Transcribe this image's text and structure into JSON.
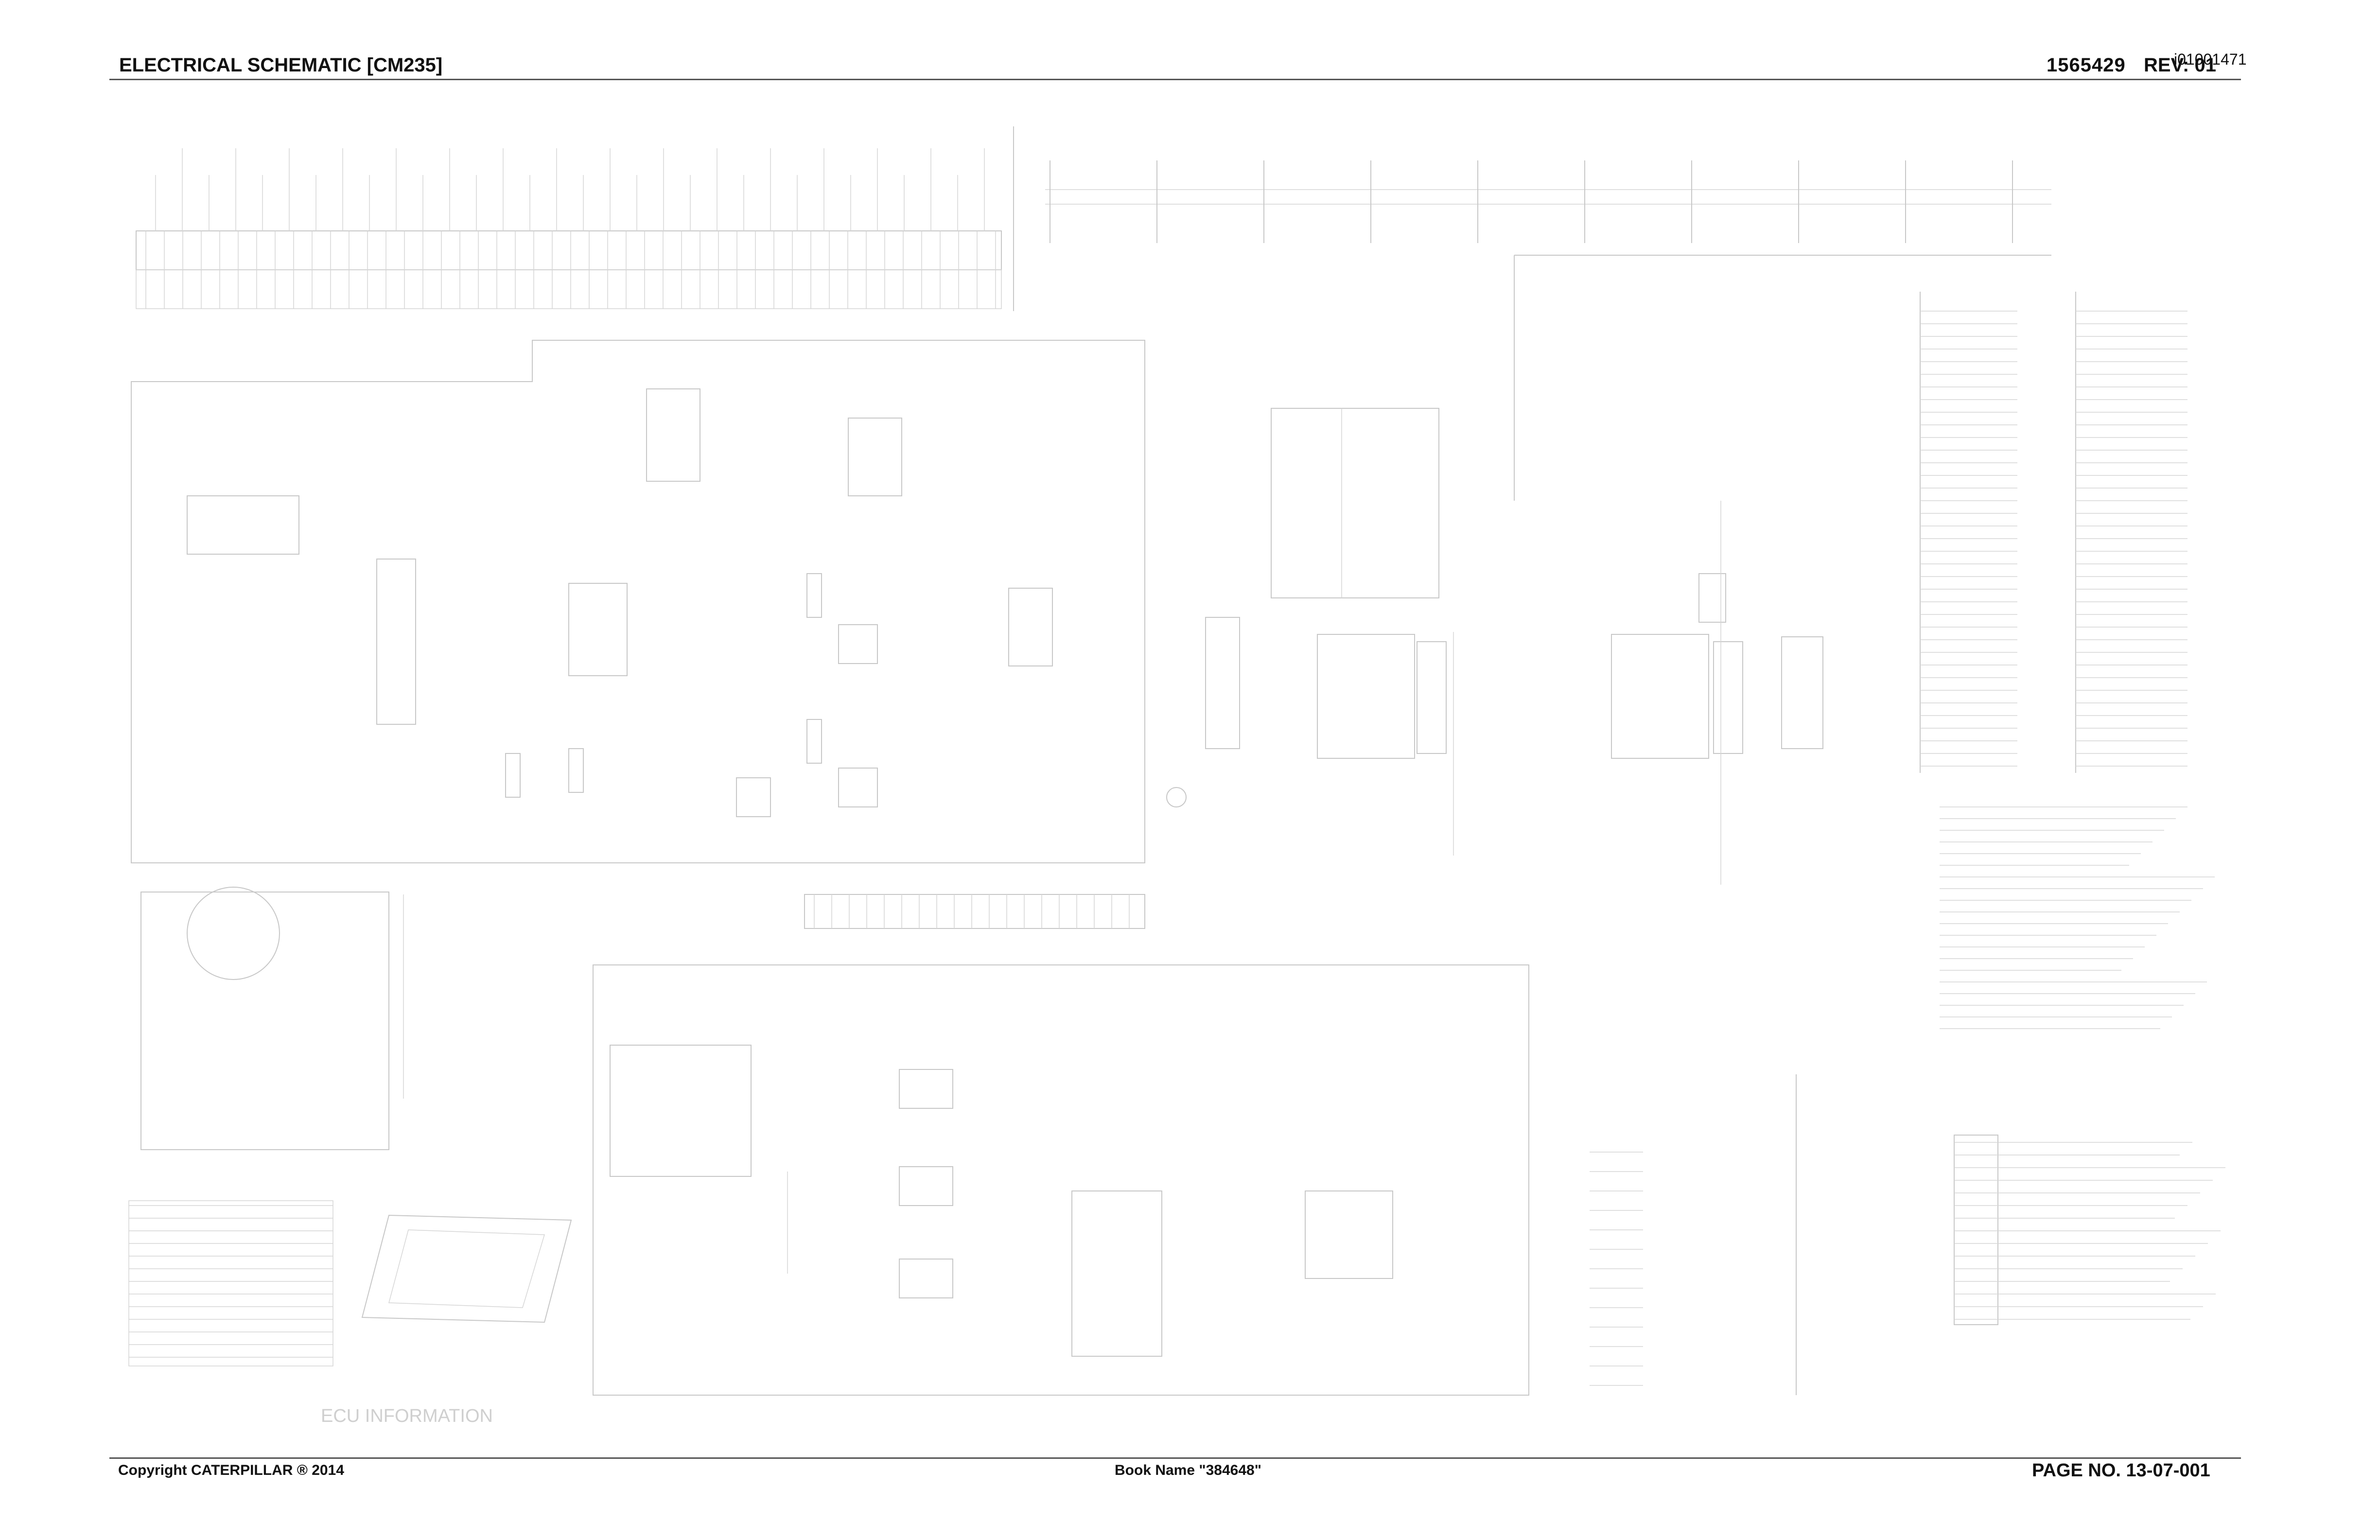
{
  "header": {
    "title": "ELECTRICAL SCHEMATIC [CM235]",
    "part_number": "1565429",
    "revision": "REV: 01",
    "image_id": "i01001471"
  },
  "footer": {
    "copyright": "Copyright CATERPILLAR ® 2014",
    "book_name": "Book Name \"384648\"",
    "page_number": "PAGE NO.   13-07-001"
  },
  "schematic": {
    "faint_label": "ECU INFORMATION"
  },
  "colors": {
    "text": "#111111",
    "rule": "#555555",
    "faint_line": "#c8c8c8"
  }
}
